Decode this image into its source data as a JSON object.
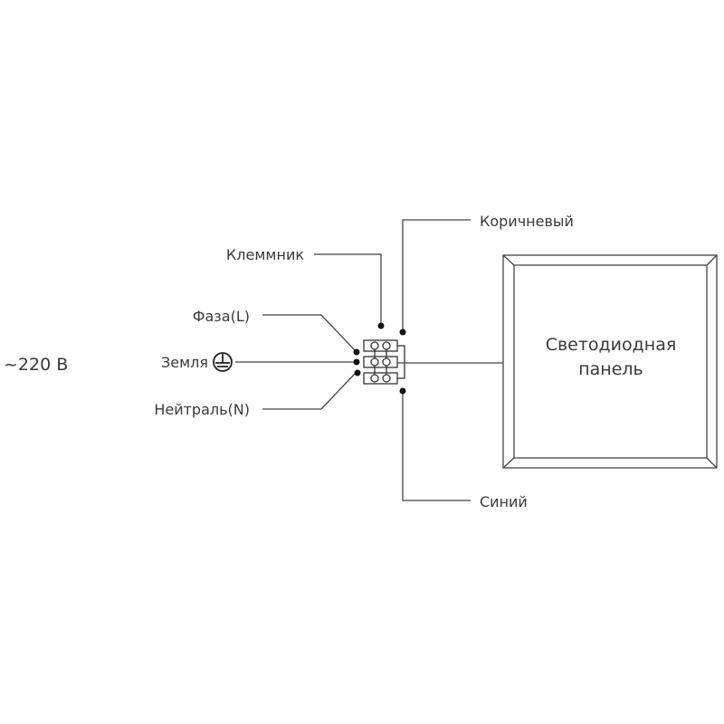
{
  "supply_label": "~220 В",
  "labels": {
    "terminal_block": "Клеммник",
    "phase": "Фаза(L)",
    "earth": "Земля",
    "neutral": "Нейтраль(N)",
    "brown": "Коричневый",
    "blue": "Синий"
  },
  "panel": {
    "line1": "Светодиодная",
    "line2": "панель"
  },
  "icons": {
    "earth": "earth-ground-icon"
  }
}
